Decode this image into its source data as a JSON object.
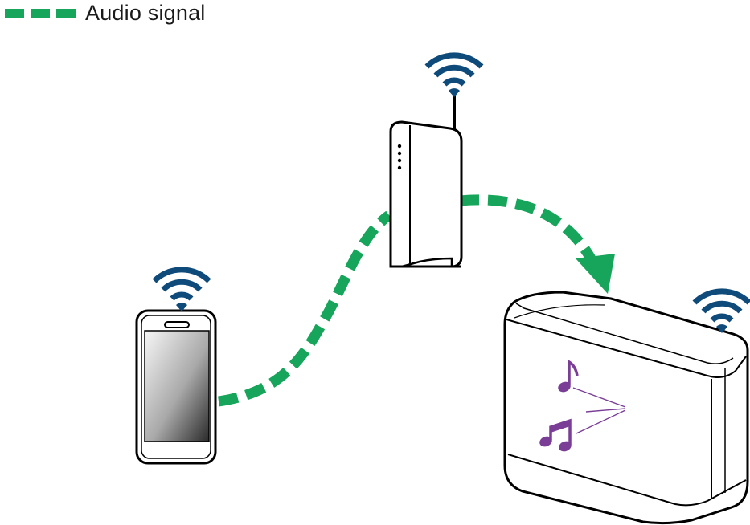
{
  "legend": {
    "label": "Audio signal",
    "line_style": "dashed"
  },
  "devices": [
    "smartphone",
    "wireless-router",
    "wireless-speaker"
  ],
  "icons": [
    "wifi-icon",
    "music-note-icon",
    "double-music-note-icon"
  ],
  "colors": {
    "audio_signal": "#16a55a",
    "wifi": "#0e4a7a",
    "music_notes": "#7a3e96",
    "outline": "#000000"
  }
}
